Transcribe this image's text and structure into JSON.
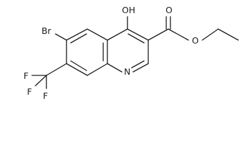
{
  "molecule": {
    "atoms": {
      "oh": "OH",
      "br": "Br",
      "n": "N",
      "o_carbonyl": "O",
      "o_ester": "O",
      "f1": "F",
      "f2": "F",
      "f3": "F"
    }
  },
  "colors": {
    "ink": "#1a1a1a",
    "background": "#ffffff"
  }
}
